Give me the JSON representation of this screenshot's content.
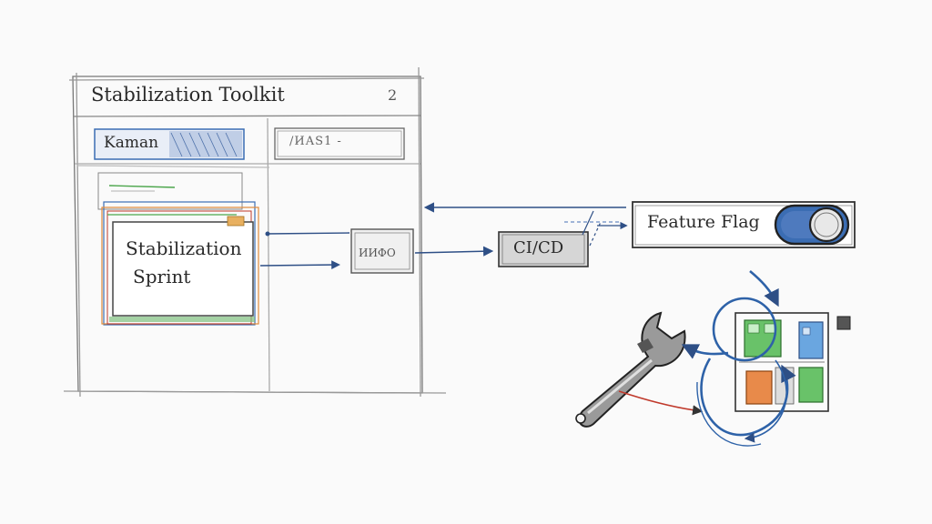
{
  "toolkit": {
    "title": "Stabilization Toolkit",
    "page_number": "2",
    "tab_label": "Kaman",
    "search_text": "/ИAS1 -",
    "sprint_label_line1": "Stabilization",
    "sprint_label_line2": "Sprint",
    "mini_card_label": "ИИФО"
  },
  "pipeline": {
    "cicd_label": "CI/CD",
    "feature_flag_label": "Feature Flag"
  },
  "icons": [
    "toggle-switch-icon",
    "wrench-icon",
    "dashboard-grid-icon"
  ],
  "colors": {
    "blue_accent": "#3b6db3",
    "green_accent": "#4ca64c",
    "orange_accent": "#e08a3a",
    "red_accent": "#c0392b",
    "pencil": "#555555"
  }
}
